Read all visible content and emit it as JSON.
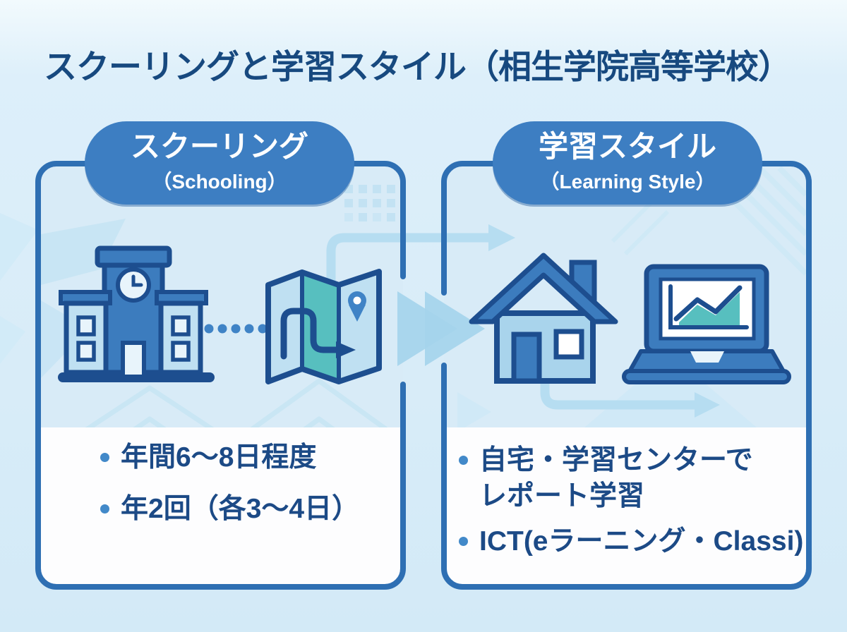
{
  "title": "スクーリングと学習スタイル（相生学院高等学校）",
  "cards": {
    "schooling": {
      "header": "スクーリング",
      "header_sub": "（Schooling）",
      "bullets": [
        "年間6〜8日程度",
        "年2回（各3〜4日）"
      ]
    },
    "learning_style": {
      "header": "学習スタイル",
      "header_sub": "（Learning Style）",
      "bullets": [
        "自宅・学習センターで\nレポート学習",
        "ICT(eラーニング・Classi)"
      ]
    }
  },
  "icons": {
    "left": [
      "school-building-icon",
      "route-map-icon"
    ],
    "right": [
      "house-icon",
      "laptop-chart-icon"
    ],
    "connectors": [
      "dotted-connector",
      "flow-arrow-top",
      "flow-arrow-double",
      "flow-arrow-bottom"
    ]
  },
  "colors": {
    "title_text": "#17497f",
    "bullet_text": "#1c4a86",
    "bullet_dot": "#4289c9",
    "card_border": "#2e6fb3",
    "card_background": "#d8ebf7",
    "card_bottom_background": "#fdfdfe",
    "pill_background": "#3d7ec2",
    "pill_text": "#ffffff",
    "icon_outline": "#1d4e8f",
    "icon_blue": "#3c7cbe",
    "icon_light_blue": "#bfe0f2",
    "teal": "#57bfbf",
    "arrow_light_blue": "#b6ddf1",
    "page_background": "#d8ecf8"
  }
}
